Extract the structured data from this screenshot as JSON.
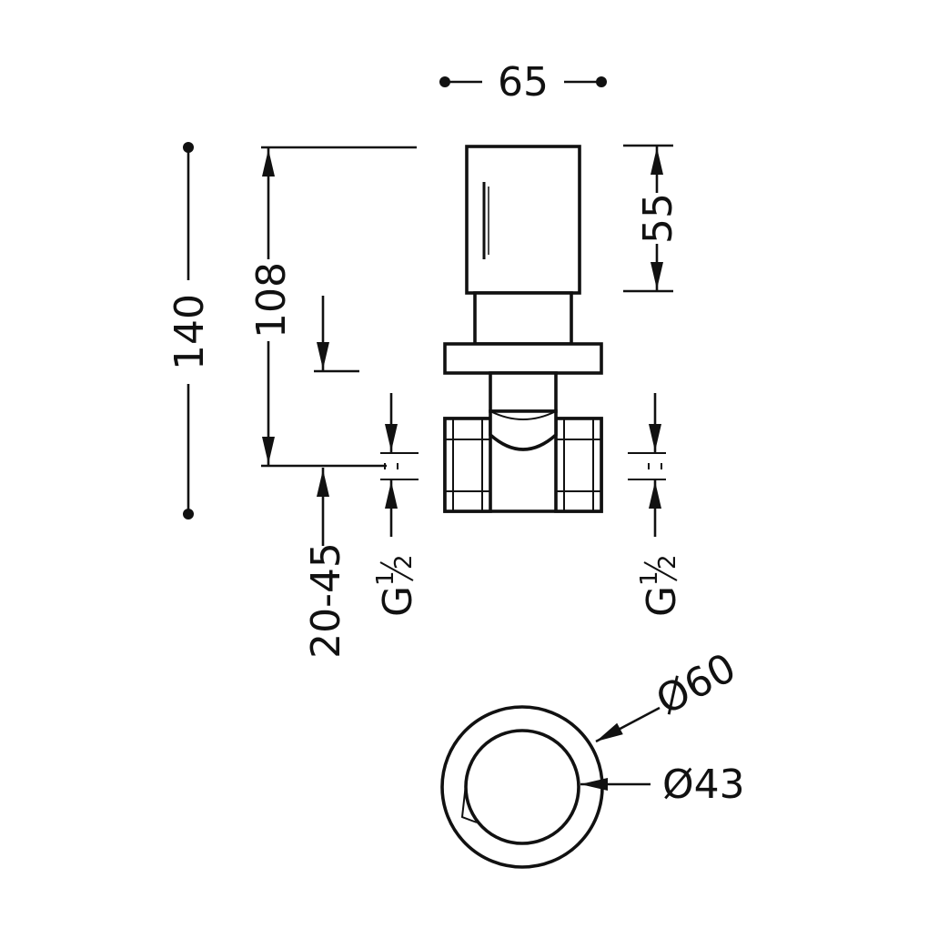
{
  "dimensions": {
    "width_65": "65",
    "height_55": "55",
    "height_140": "140",
    "height_108": "108",
    "range_20_45": "20-45",
    "thread_left": {
      "letter": "G",
      "num": "1",
      "den": "2"
    },
    "thread_right": {
      "letter": "G",
      "num": "1",
      "den": "2"
    },
    "diameter_outer": "Ø60",
    "diameter_inner": "Ø43"
  }
}
